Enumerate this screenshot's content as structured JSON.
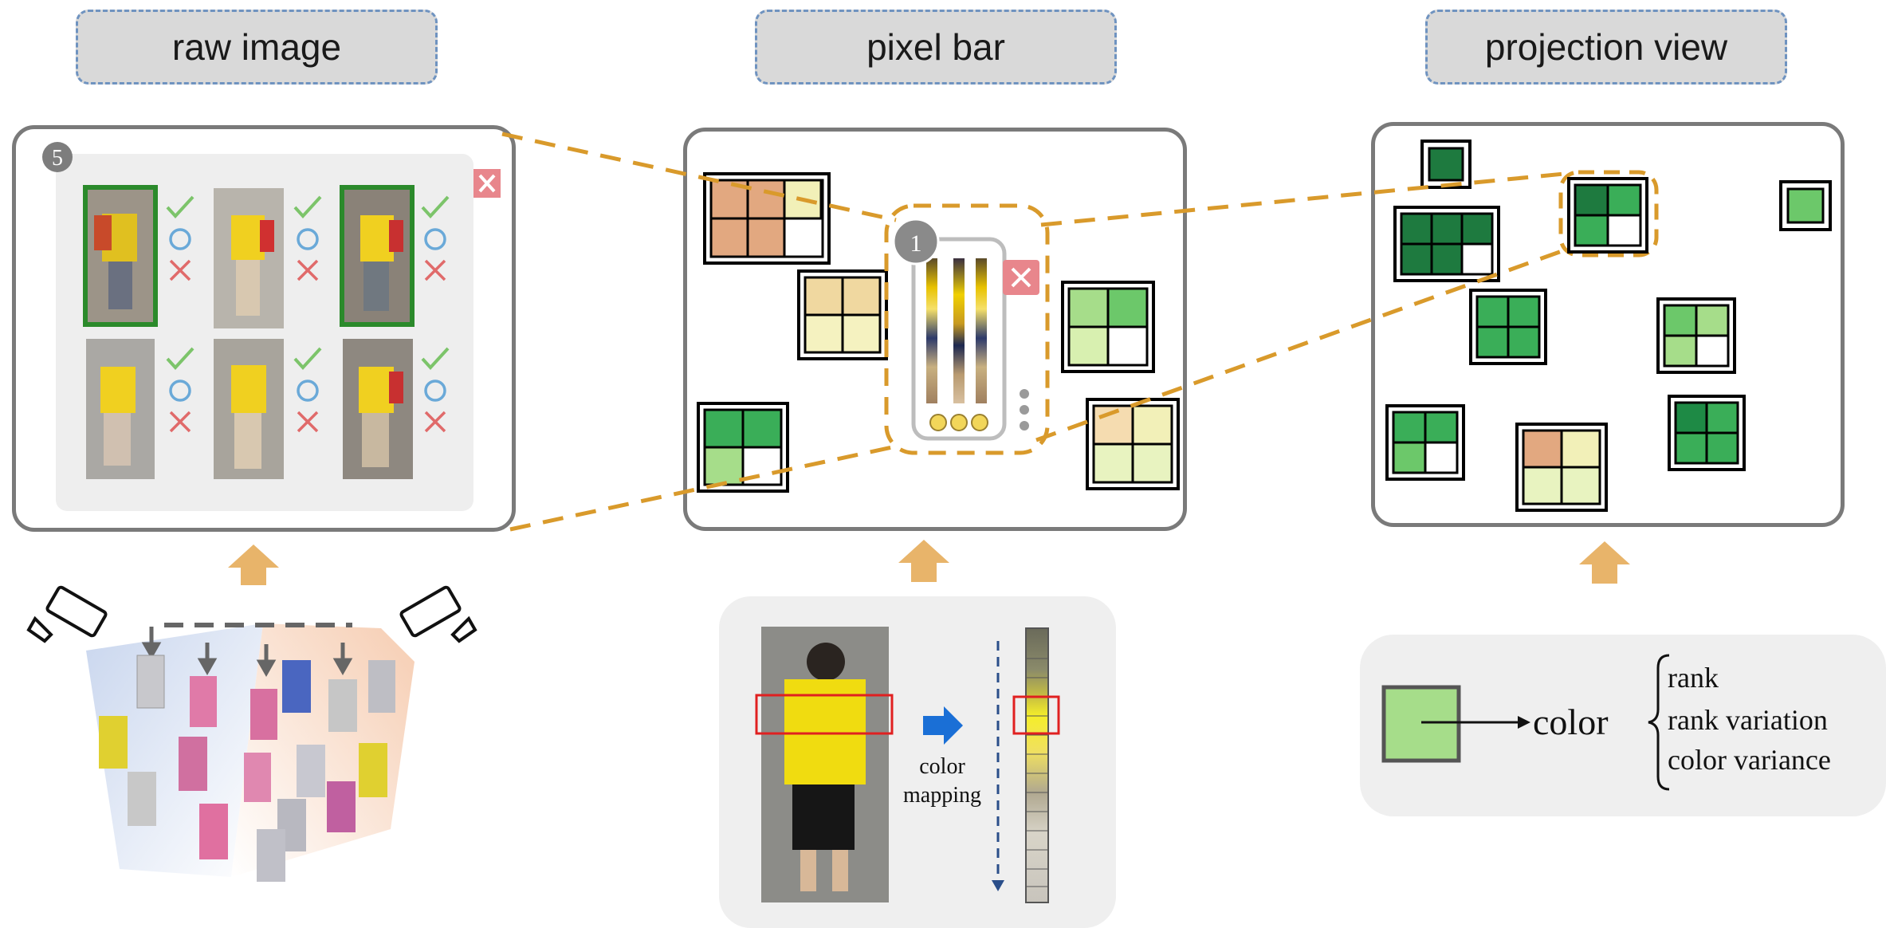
{
  "headers": {
    "raw_image": "raw image",
    "pixel_bar": "pixel bar",
    "projection_view": "projection view"
  },
  "raw_panel": {
    "badge": "5"
  },
  "pixel_panel": {
    "badge": "1"
  },
  "color_mapping": {
    "label_line1": "color",
    "label_line2": "mapping"
  },
  "legend": {
    "color_label": "color",
    "items": [
      "rank",
      "rank variation",
      "color variance"
    ]
  },
  "colors": {
    "dashed_link": "#d99a2b",
    "up_arrow": "#e8b46a",
    "header_border": "#6f93c0",
    "green_dark": "#1e7a3f",
    "green_mid": "#3aae58",
    "green_light": "#a6dd8a",
    "tan": "#e2a880",
    "pale_yellow": "#f2f0b8",
    "check": "#7cc46a",
    "circle": "#6aa9d8",
    "cross": "#e06a6a"
  }
}
